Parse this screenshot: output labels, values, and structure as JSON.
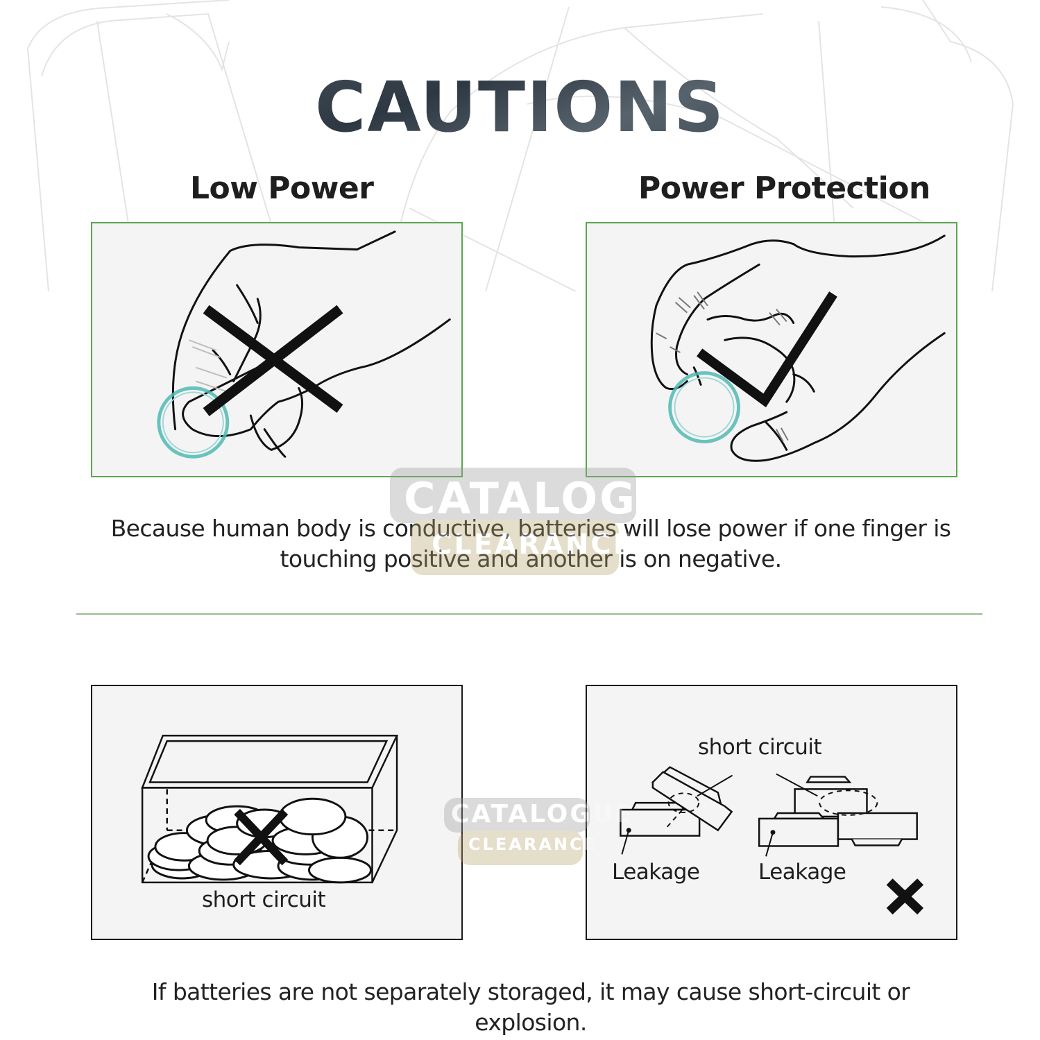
{
  "header": {
    "title": "CAUTIONS"
  },
  "section_top": {
    "left": {
      "heading": "Low Power",
      "verdict_icon": "cross-mark-icon",
      "frame_color": "#5aa84e"
    },
    "right": {
      "heading": "Power Protection",
      "verdict_icon": "check-mark-icon",
      "frame_color": "#5aa84e"
    },
    "caption_lines": [
      "Because human body is conductive, batteries will lose power if one finger is",
      "touching positive and another is on negative."
    ]
  },
  "section_bottom": {
    "left": {
      "label": "short circuit",
      "verdict_icon": "cross-mark-icon",
      "frame_color": "#1a1a1a"
    },
    "right": {
      "top_label": "short circuit",
      "leak_label_1": "Leakage",
      "leak_label_2": "Leakage",
      "verdict_icon": "cross-mark-icon",
      "frame_color": "#1a1a1a"
    },
    "caption_lines": [
      "If batteries are not separately storaged, it may cause short-circuit or",
      "explosion."
    ]
  },
  "watermark": {
    "line1": "CATALOGUE",
    "line2": "CLEARANCE"
  },
  "colors": {
    "battery_ring": "#4fb8b4",
    "divider": "#9bb894",
    "panel_bg": "#f5f4f4"
  }
}
